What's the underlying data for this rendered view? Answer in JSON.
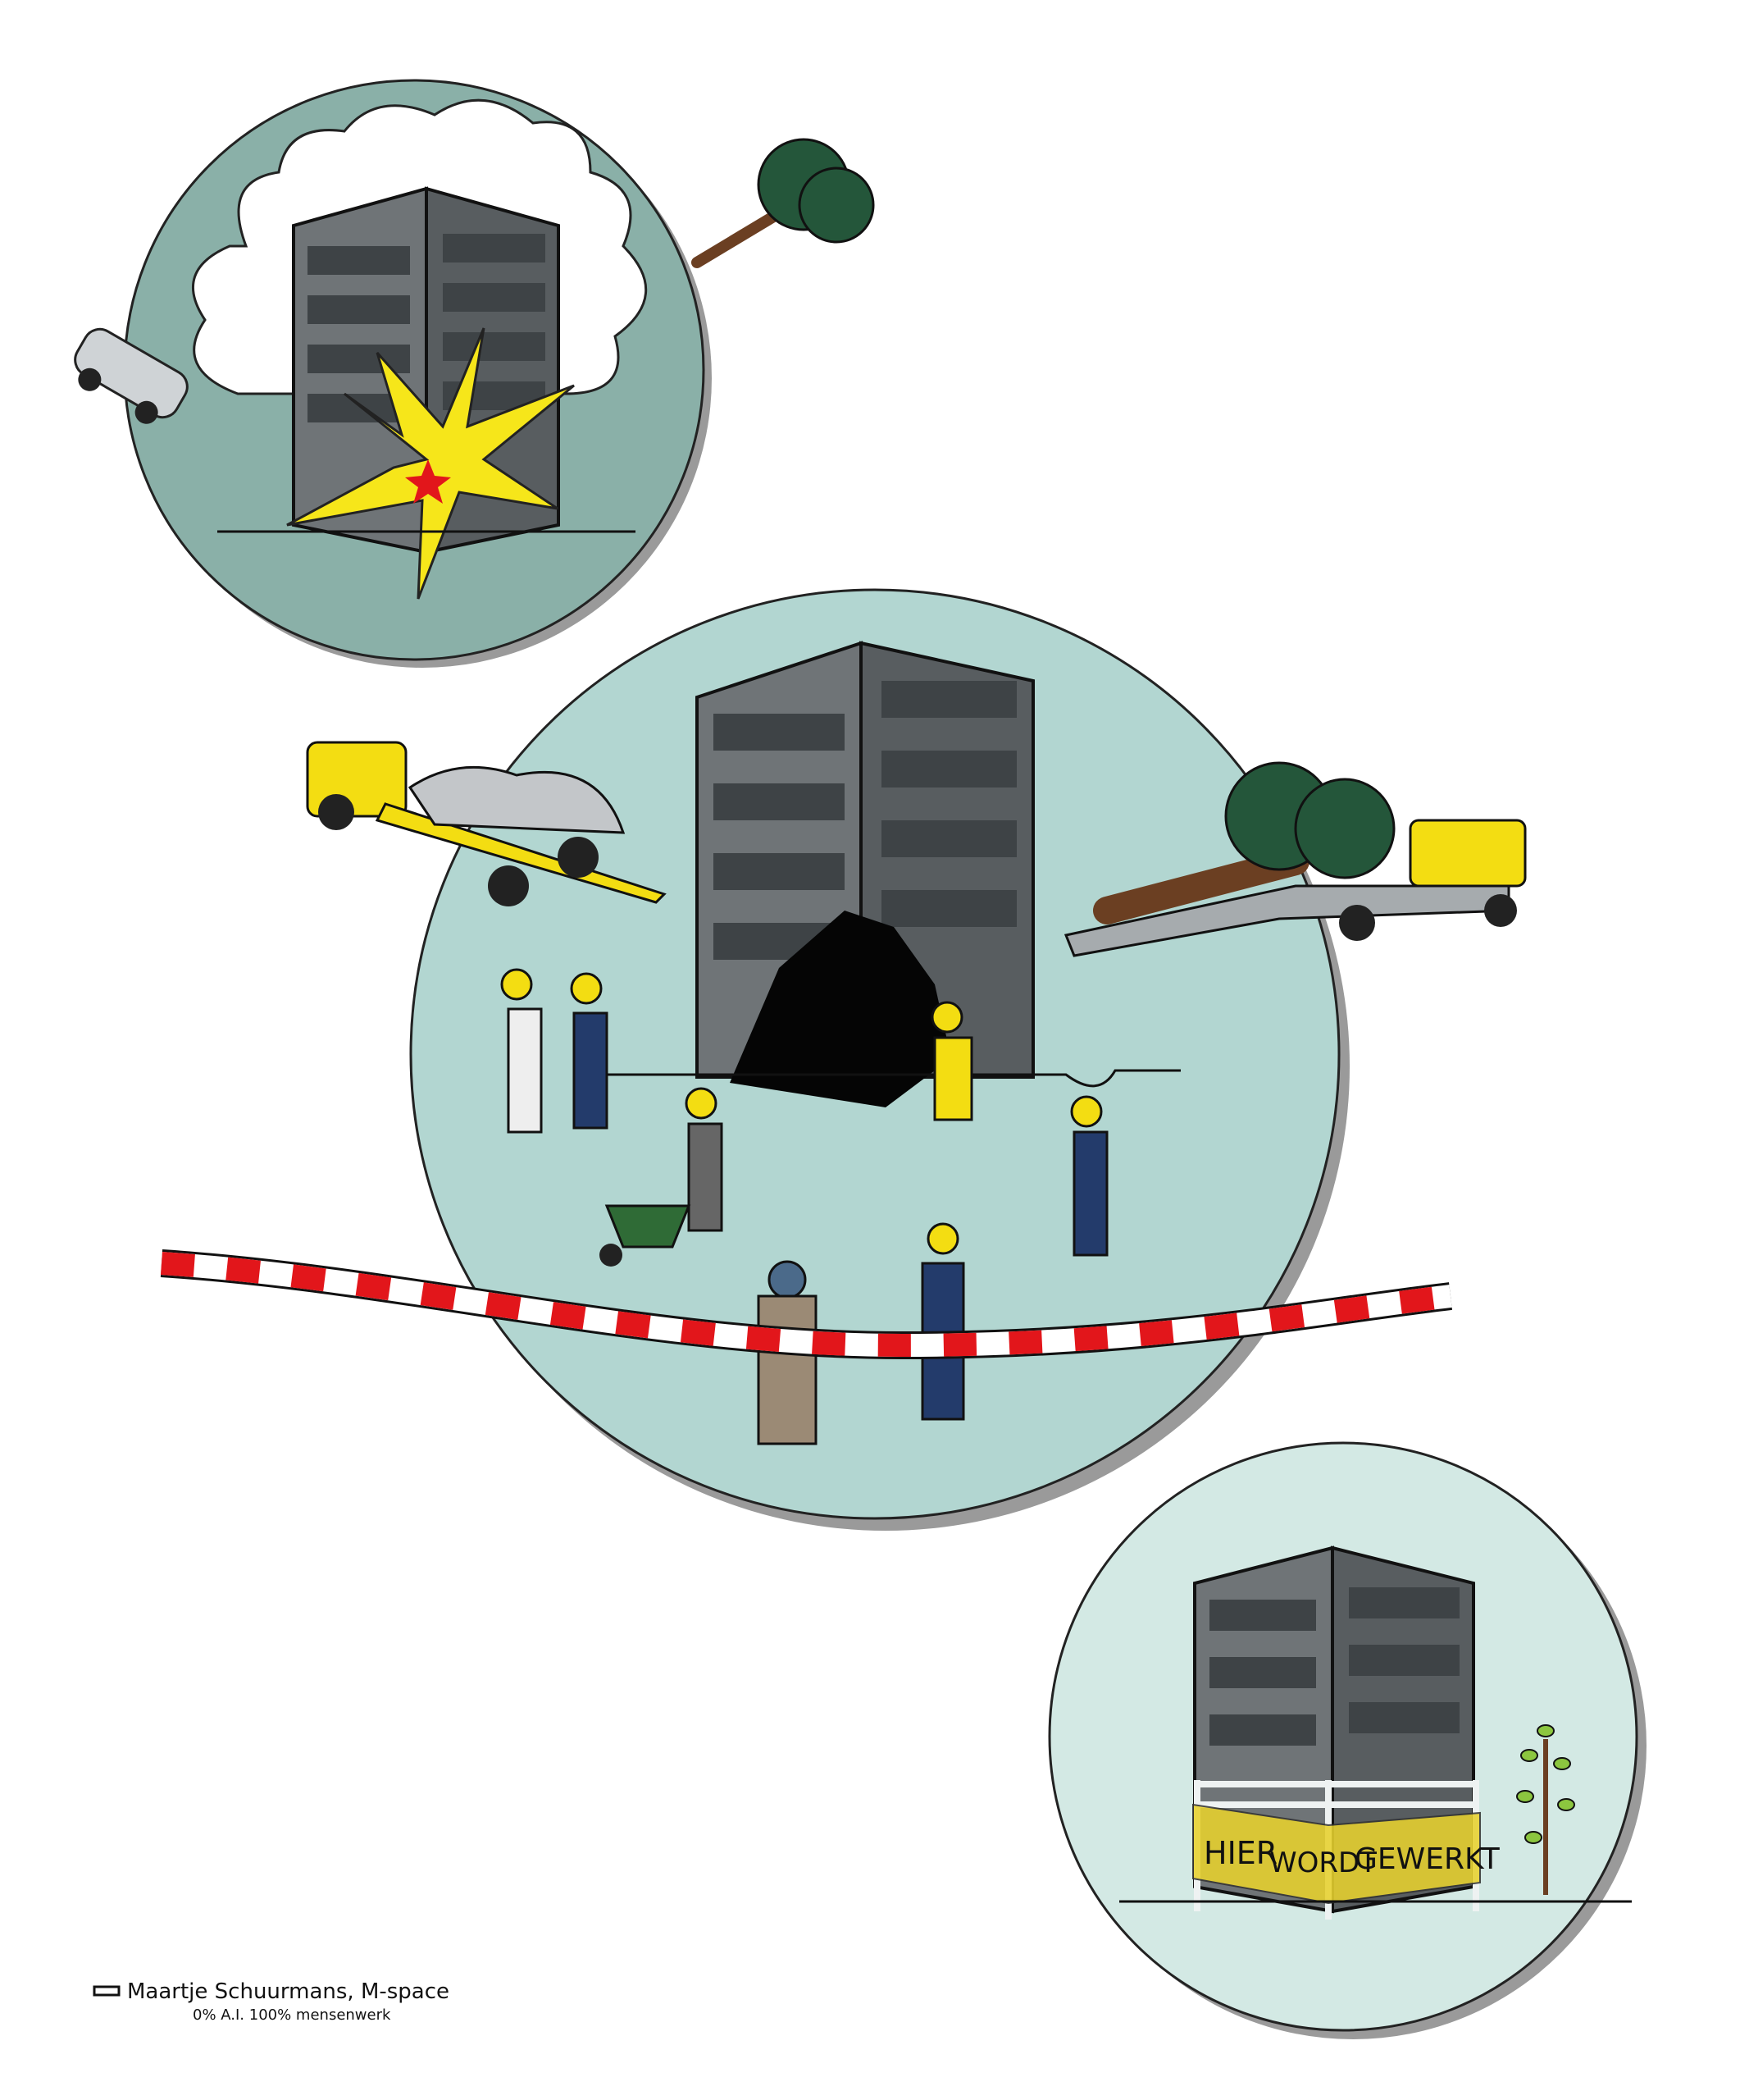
{
  "scenes": [
    {
      "name": "explosion",
      "color": "#8ab0a8"
    },
    {
      "name": "cleanup",
      "color": "#b2d6d1"
    },
    {
      "name": "repair",
      "color": "#d3e9e4"
    }
  ],
  "banner": {
    "word1": "HIER",
    "word2": "WORDT",
    "word3": "GEWERKT",
    "color": "#e8d22e"
  },
  "signature": {
    "author": "Maartje Schuurmans, M-space",
    "note": "0% A.I. 100% mensenwerk"
  },
  "colors": {
    "building": "#6f7477",
    "window": "#3e4346",
    "tape_red": "#e2161b",
    "helmet": "#f3dd12",
    "tree": "#24563a"
  }
}
